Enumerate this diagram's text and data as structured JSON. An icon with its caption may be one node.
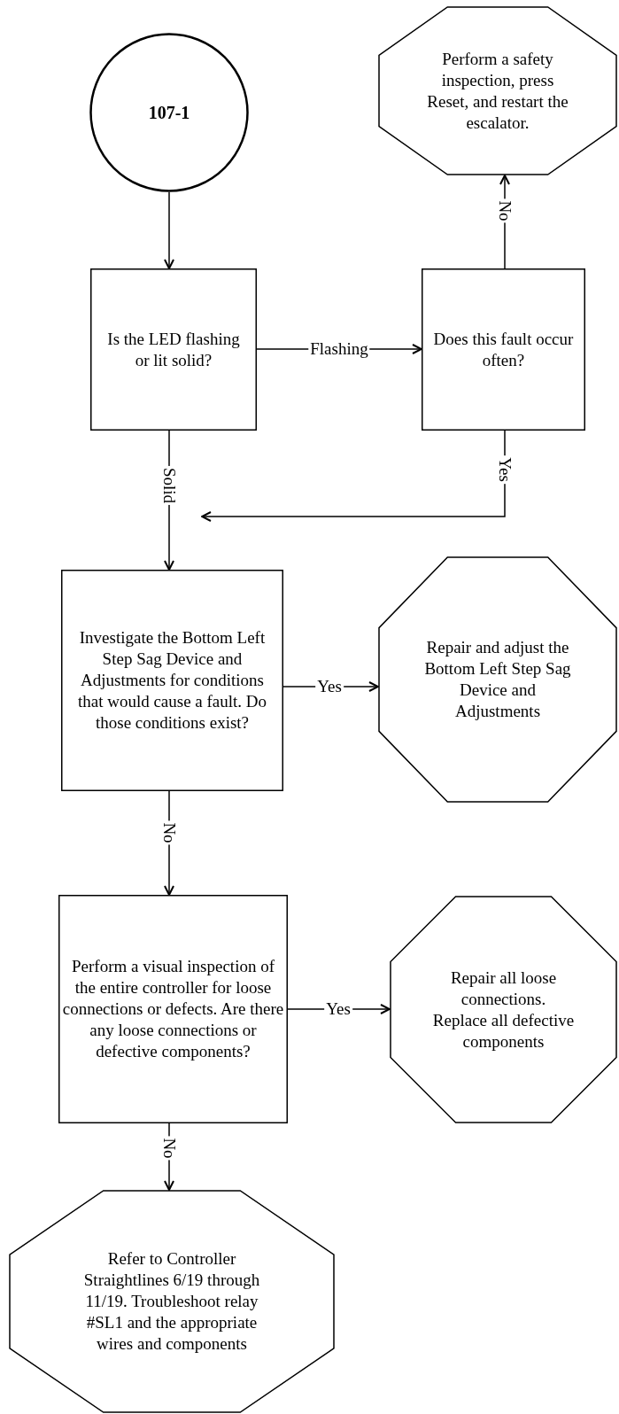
{
  "diagram": {
    "nodes": [
      {
        "text": [
          "107-1"
        ]
      },
      {
        "text": [
          "Perform a safety inspection, press Reset, and restart the escalator."
        ]
      },
      {
        "text": [
          "Is the LED flashing or lit solid?"
        ]
      },
      {
        "text": [
          "Does this fault occur often?"
        ]
      },
      {
        "text": [
          "Investigate the Bottom Left Step Sag Device and Adjustments for conditions that would cause a fault. Do those conditions exist?"
        ]
      },
      {
        "text": [
          "Repair and adjust the Bottom Left Step Sag Device and Adjustments"
        ]
      },
      {
        "text": [
          "Perform a visual inspection of the entire controller for loose connections or defects. Are there any loose connections or defective components?"
        ]
      },
      {
        "text": [
          "Repair all loose connections. Replace all defective components"
        ]
      },
      {
        "text": [
          "Refer to Controller Straightlines 6/19 through 11/19. Troubleshoot relay #SL1 and the appropriate wires and components"
        ]
      }
    ],
    "edges": [
      {
        "from": 0,
        "to": 2,
        "arrow": "to"
      },
      {
        "from": 2,
        "to": 3,
        "arrow": "to",
        "label": "Flashing"
      },
      {
        "from": 3,
        "to": 1,
        "arrow": "to",
        "label": "No"
      },
      {
        "from": 3,
        "to": 4,
        "arrow": "to",
        "label": "Yes"
      },
      {
        "from": 2,
        "to": 4,
        "arrow": "to",
        "label": "Solid"
      },
      {
        "from": 4,
        "to": 5,
        "arrow": "to",
        "label": "Yes"
      },
      {
        "from": 4,
        "to": 6,
        "arrow": "to",
        "label": "No"
      },
      {
        "from": 6,
        "to": 7,
        "arrow": "to",
        "label": "Yes"
      },
      {
        "from": 6,
        "to": 8,
        "arrow": "to",
        "label": "No"
      }
    ]
  }
}
